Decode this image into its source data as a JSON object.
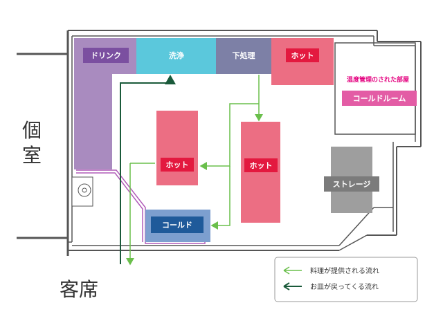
{
  "zones": {
    "drink": "ドリンク",
    "wash": "洗浄",
    "prep": "下処理",
    "hot_top": "ホット",
    "hot_left": "ホット",
    "hot_mid": "ホット",
    "cold": "コールド",
    "storage": "ストレージ",
    "coldroom": "コールドルーム"
  },
  "rooms": {
    "private_line1": "個",
    "private_line2": "室",
    "guest": "客席",
    "temp_room": "温度管理のされた部屋"
  },
  "legend": {
    "serve": "料理が提供される流れ",
    "return": "お皿が戻ってくる流れ"
  },
  "colors": {
    "drink": "#a98bbf",
    "drink_label_bg": "#7b4fa0",
    "wash": "#5bc8dc",
    "prep": "#7d80a6",
    "hot": "#ec6e83",
    "hot_label_bg": "#e3193f",
    "cold": "#3a74b2",
    "cold_label_bg": "#1f5a9a",
    "storage": "#9e9e9e",
    "coldroom_label_bg": "#e35ca5",
    "serve_arrow": "#6abf4b",
    "return_arrow": "#1a5a3a",
    "wall": "#555555"
  }
}
